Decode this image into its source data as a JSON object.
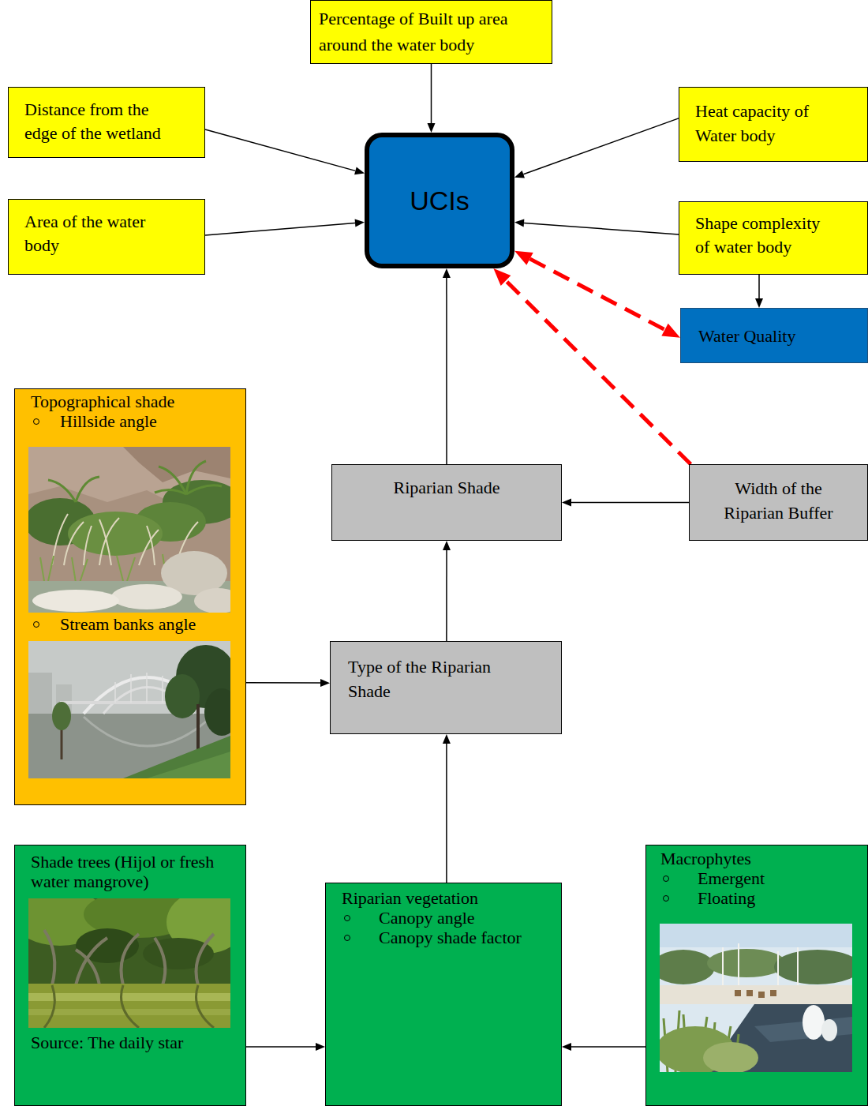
{
  "diagram": {
    "nodes": [
      {
        "text": [
          "Percentage of Built up area around the water body"
        ]
      },
      {
        "text": [
          "Distance from the edge of the wetland"
        ]
      },
      {
        "text": [
          "Heat capacity of Water body"
        ]
      },
      {
        "text": [
          "UCIs"
        ]
      },
      {
        "text": [
          "Area of the water body"
        ]
      },
      {
        "text": [
          "Shape complexity of water body"
        ]
      },
      {
        "text": [
          "Water Quality"
        ]
      },
      {
        "text": [
          "Topographical shade",
          "Hillside angle",
          "Stream banks angle"
        ]
      },
      {
        "text": [
          "Riparian Shade"
        ]
      },
      {
        "text": [
          "Width of the Riparian Buffer"
        ]
      },
      {
        "text": [
          "Type of the Riparian Shade"
        ]
      },
      {
        "text": [
          "Shade trees (Hijol or fresh water mangrove)",
          "Source: The daily star"
        ]
      },
      {
        "text": [
          "Riparian vegetation",
          "Canopy angle",
          "Canopy shade factor"
        ]
      },
      {
        "text": [
          "Macrophytes",
          "Emergent",
          "Floating"
        ]
      }
    ],
    "edges": [
      {
        "from": 0,
        "to": 3,
        "arrow": "to"
      },
      {
        "from": 1,
        "to": 3,
        "arrow": "to"
      },
      {
        "from": 2,
        "to": 3,
        "arrow": "to"
      },
      {
        "from": 4,
        "to": 3,
        "arrow": "to"
      },
      {
        "from": 5,
        "to": 3,
        "arrow": "to"
      },
      {
        "from": 5,
        "to": 6,
        "arrow": "to"
      },
      {
        "from": 3,
        "to": 6,
        "arrow": "both"
      },
      {
        "from": 9,
        "to": 3,
        "arrow": "to"
      },
      {
        "from": 8,
        "to": 3,
        "arrow": "to"
      },
      {
        "from": 9,
        "to": 8,
        "arrow": "to"
      },
      {
        "from": 10,
        "to": 8,
        "arrow": "to"
      },
      {
        "from": 7,
        "to": 10,
        "arrow": "to"
      },
      {
        "from": 12,
        "to": 10,
        "arrow": "to"
      },
      {
        "from": 11,
        "to": 12,
        "arrow": "to"
      },
      {
        "from": 13,
        "to": 12,
        "arrow": "to"
      }
    ]
  }
}
